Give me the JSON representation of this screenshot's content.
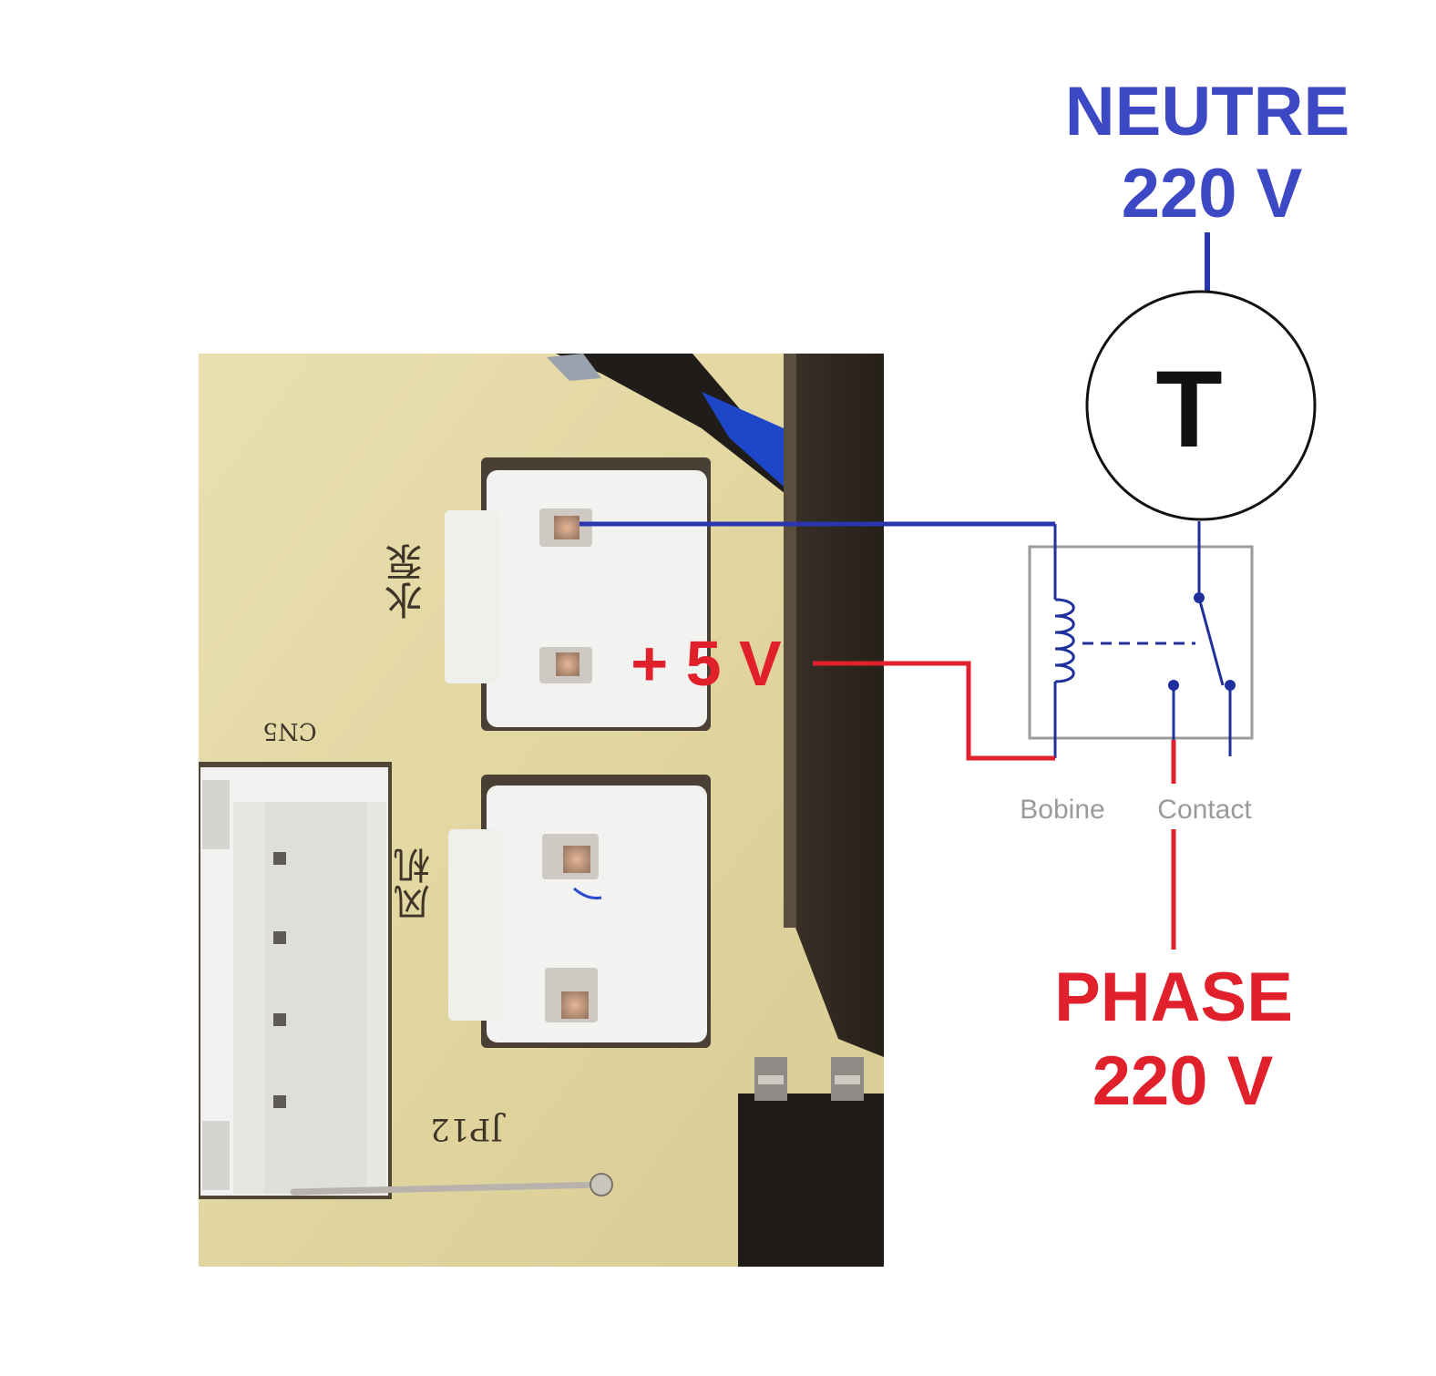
{
  "labels": {
    "neutral_line1": "NEUTRE",
    "neutral_line2": "220 V",
    "phase_line1": "PHASE",
    "phase_line2": "220 V",
    "plus5v": "+ 5 V",
    "motor_symbol": "T",
    "coil_label": "Bobine",
    "contact_label": "Contact"
  },
  "pcb": {
    "silk_pump": "水泵",
    "silk_fan": "风机",
    "silk_cn5": "CN5",
    "silk_jp12": "JP12"
  },
  "colors": {
    "neutral_blue": "#3c48c4",
    "phase_red": "#e0212c",
    "wire_blue": "#2a35b0",
    "relay_gray": "#9a9a9a",
    "pcb_board": "#e4d9a6",
    "connector_white": "#f2f2f0"
  }
}
